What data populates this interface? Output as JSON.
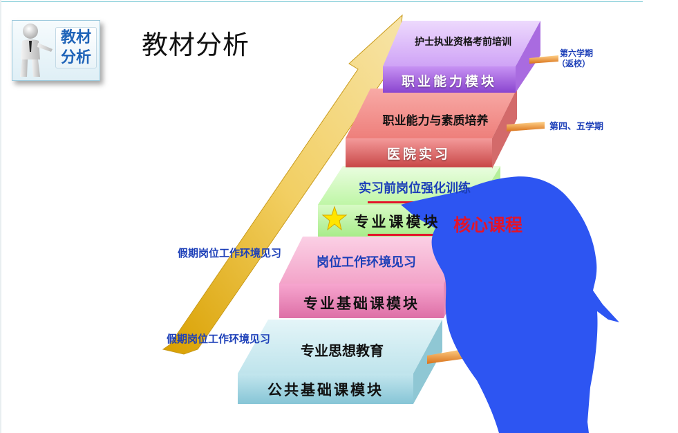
{
  "badge": {
    "line1": "教材",
    "line2": "分析"
  },
  "page_title": "教材分析",
  "steps": {
    "s1_front": "公共基础课模块",
    "s1_top": "专业思想教育",
    "s2_front": "专业基础课模块",
    "s2_top": "岗位工作环境见习",
    "s3_front": "专业课模块",
    "s3_top": "实习前岗位强化训练",
    "s4_front": "医院实习",
    "s4_top": "职业能力与素质培养",
    "s5_front": "职业能力模块",
    "s5_top": "护士执业资格考前培训"
  },
  "notes": {
    "holiday_upper": "假期岗位工作环境见习",
    "holiday_lower": "假期岗位工作环境见习",
    "semester_45": "第四、五学期",
    "semester_6": "第六学期",
    "return_school": "（返校）",
    "core_course": "核心课程"
  },
  "colors": {
    "title_blue": "#1e63b8",
    "label_blue": "#1c3fb8",
    "core_red": "#e3142a",
    "silhouette_blue": "#2d55f2",
    "arrow_gold": "#e8c04a"
  },
  "icons": [
    "presenter-figure-icon",
    "star-icon"
  ]
}
